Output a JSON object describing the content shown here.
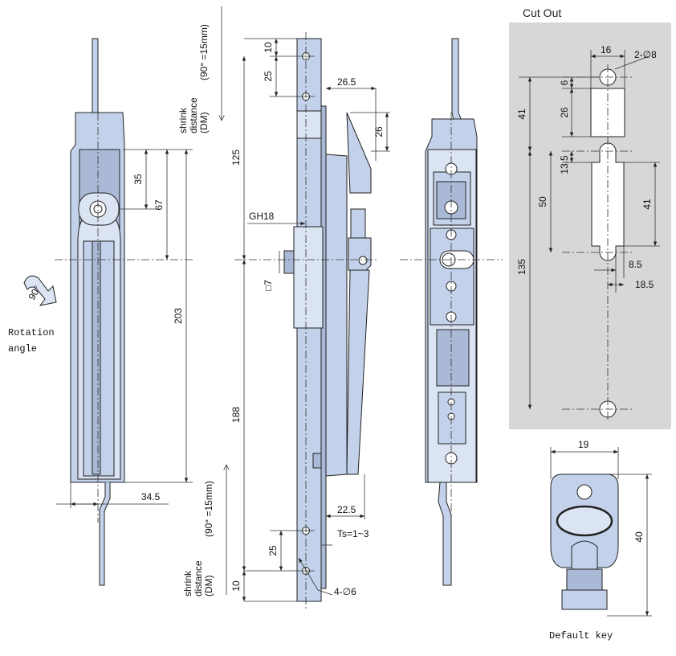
{
  "labels": {
    "cut_out_title": "Cut Out",
    "rotation_line1": "Rotation",
    "rotation_line2": "angle",
    "rotation_value": "90°",
    "shrink_line1": "shrink",
    "shrink_line2": "distance",
    "shrink_line3": "(DM)",
    "shrink_value": "(90° =15mm)",
    "default_key": "Default key",
    "gh": "GH18",
    "square": "□7",
    "ts": "Ts=1~3",
    "holes_side": "4-∅6",
    "holes_cutout": "2-∅8"
  },
  "dimensions": {
    "front": {
      "d35": "35",
      "d67": "67",
      "d203": "203",
      "d34_5": "34.5"
    },
    "side": {
      "d10_top": "10",
      "d25_top": "25",
      "d125": "125",
      "d188": "188",
      "d25_bot": "25",
      "d10_bot": "10",
      "d26_5": "26.5",
      "d26": "26",
      "d22_5": "22.5"
    },
    "cutout": {
      "d16": "16",
      "d6": "6",
      "d26": "26",
      "d41_top": "41",
      "d13_5": "13.5",
      "d50": "50",
      "d41_right": "41",
      "d135": "135",
      "d8_5": "8.5",
      "d18_5": "18.5"
    },
    "key": {
      "d19": "19",
      "d40": "40"
    }
  },
  "colors": {
    "metal": "#c3d2ea",
    "panel": "#d7d7d7"
  }
}
